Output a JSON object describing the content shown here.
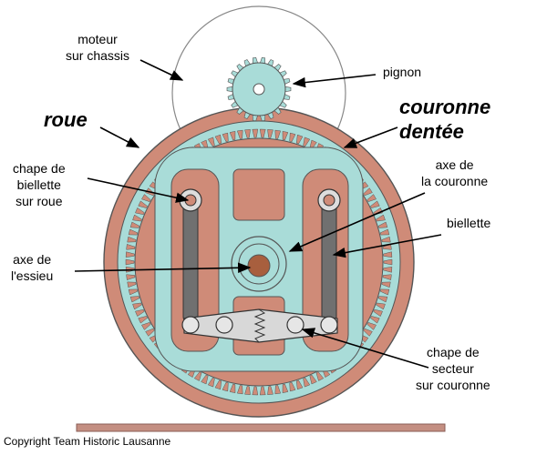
{
  "labels": {
    "moteur": "moteur\nsur chassis",
    "pignon": "pignon",
    "roue": "roue",
    "couronne": "couronne\ndentée",
    "chape_biellette": "chape de\nbiellette\nsur roue",
    "axe_couronne": "axe de\nla couronne",
    "biellette": "biellette",
    "axe_essieu": "axe de\nl'essieu",
    "chape_secteur": "chape de\nsecteur\nsur couronne"
  },
  "copyright": "Copyright Team Historic Lausanne",
  "colors": {
    "wheel": "#cf8b78",
    "ring": "#a9dcd8",
    "motor_fill": "#ffffff",
    "link": "#707070",
    "hub": "#a85f3e",
    "rail": "#c48f82",
    "stroke": "#444444"
  }
}
